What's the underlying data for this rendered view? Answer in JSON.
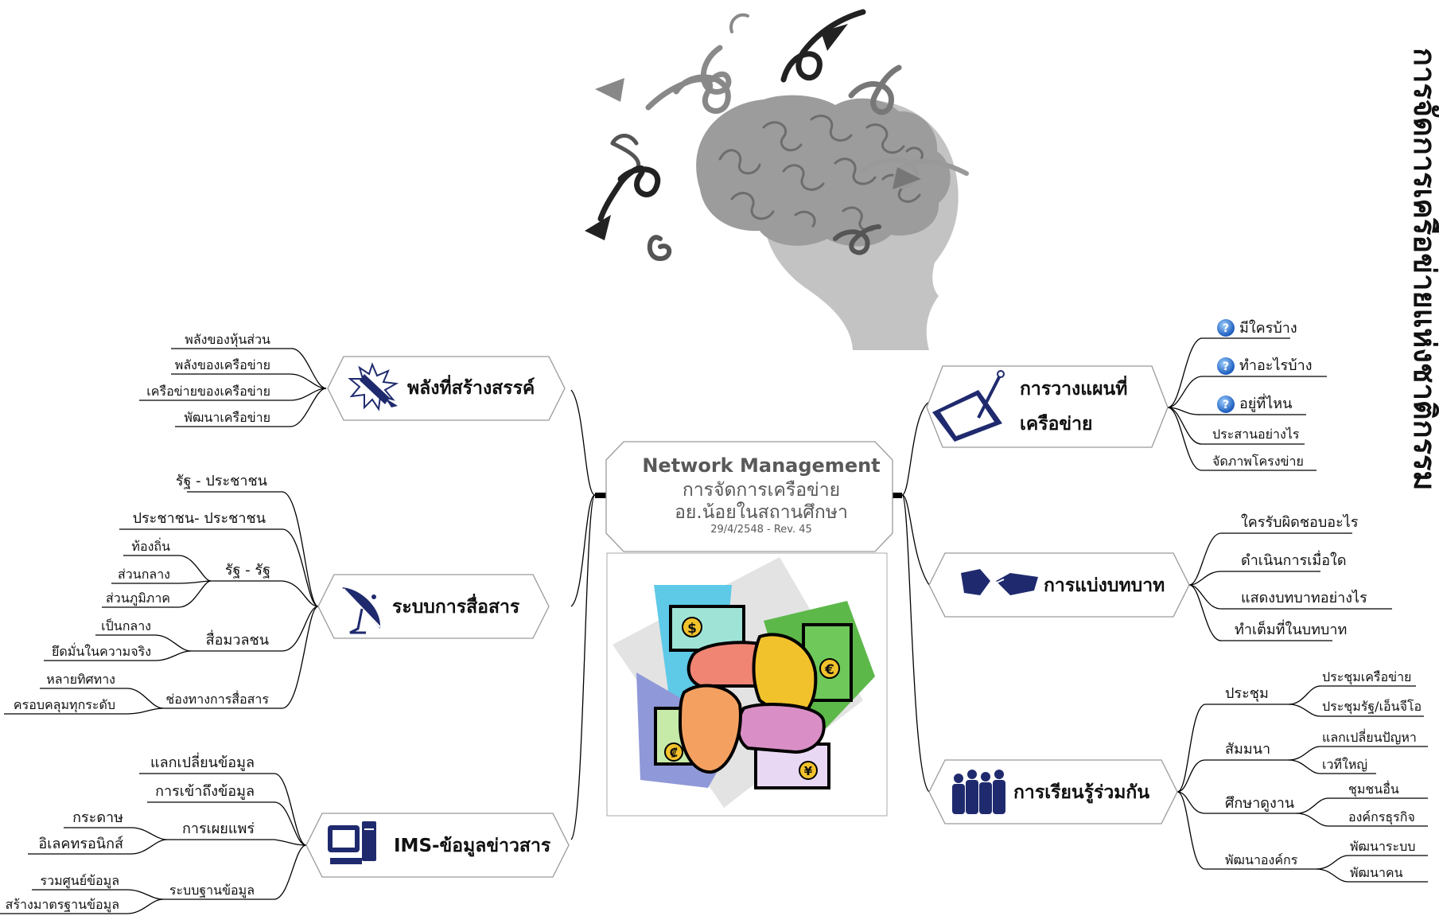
{
  "vertical_title": "การจัดการเครือข่ายแห่งชาติกรรม",
  "center": {
    "title": "Network  Management",
    "line2": "การจัดการเครือข่าย",
    "line3": "อย.น้อยในสถานศึกษา",
    "date": "29/4/2548 - Rev. 45"
  },
  "left": {
    "creative_power": {
      "label": "พลังที่สร้างสรรค์",
      "items": [
        "พลังของหุ้นส่วน",
        "พลังของเครือข่าย",
        "เครือข่ายของเครือข่าย",
        "พัฒนาเครือข่าย"
      ]
    },
    "communication": {
      "label": "ระบบการสื่อสาร",
      "state_people": "รัฐ - ประชาชน",
      "people_people": "ประชาชน- ประชาชน",
      "state_state": {
        "label": "รัฐ  -  รัฐ",
        "items": [
          "ท้องถิ่น",
          "ส่วนกลาง",
          "ส่วนภูมิภาค"
        ]
      },
      "mass_media": {
        "label": "สื่อมวลชน",
        "items": [
          "เป็นกลาง",
          "ยึดมั่นในความจริง"
        ]
      },
      "channels": {
        "label": "ช่องทางการสื่อสาร",
        "items": [
          "หลายทิศทาง",
          "ครอบคลุมทุกระดับ"
        ]
      }
    },
    "ims": {
      "label": "IMS-ข้อมูลข่าวสาร",
      "exchange": "แลกเปลี่ยนข้อมูล",
      "access": "การเข้าถึงข้อมูล",
      "dissemination": {
        "label": "การเผยแพร่",
        "items": [
          "กระดาษ",
          "อิเลคทรอนิกส์"
        ]
      },
      "database": {
        "label": "ระบบฐานข้อมูล",
        "items": [
          "รวมศูนย์ข้อมูล",
          "สร้างมาตรฐานข้อมูล"
        ]
      }
    }
  },
  "right": {
    "mapping": {
      "line1": "การวางแผนที่",
      "line2": "เครือข่าย",
      "items": [
        "มีใครบ้าง",
        "ทำอะไรบ้าง",
        "อยู่ที่ไหน",
        "ประสานอย่างไร",
        "จัดภาพโครงข่าย"
      ]
    },
    "roles": {
      "label": "การแบ่งบทบาท",
      "items": [
        "ใครรับผิดชอบอะไร",
        "ดำเนินการเมื่อใด",
        "แสดงบทบาทอย่างไร",
        "ทำเต็มที่ในบทบาท"
      ]
    },
    "learning": {
      "label": "การเรียนรู้ร่วมกัน",
      "meeting": {
        "label": "ประชุม",
        "items": [
          "ประชุมเครือข่าย",
          "ประชุมรัฐ/เอ็นจีโอ"
        ]
      },
      "seminar": {
        "label": "สัมมนา",
        "items": [
          "แลกเปลี่ยนปัญหา",
          "เวทีใหญ่"
        ]
      },
      "study_tour": {
        "label": "ศึกษาดูงาน",
        "items": [
          "ชุมชนอื่น",
          "องค์กรธุรกิจ"
        ]
      },
      "org_dev": {
        "label": "พัฒนาองค์กร",
        "items": [
          "พัฒนาระบบ",
          "พัฒนาคน"
        ]
      }
    }
  },
  "currency": [
    "$",
    "€",
    "¥",
    "₡"
  ],
  "icons": {
    "brain": "brain-head-icon",
    "creative": "starburst-pen-icon",
    "communication": "satellite-dish-icon",
    "ims": "computer-icon",
    "mapping": "pda-stylus-icon",
    "roles": "handshake-icon",
    "learning": "group-people-icon",
    "hands": "joined-hands-money-icon",
    "question": "question-icon"
  },
  "colors": {
    "grey_text": "#595959",
    "question_blue": "#2f6fd0",
    "icon_navy": "#1f2a6e"
  }
}
